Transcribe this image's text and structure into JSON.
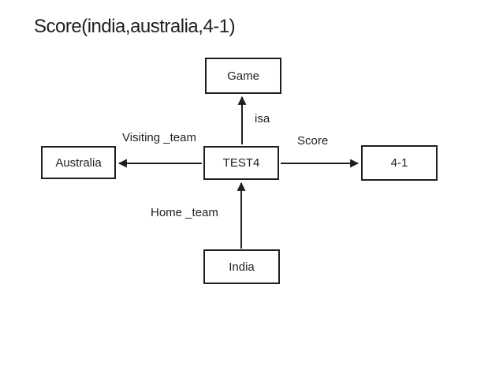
{
  "title": "Score(india,australia,4-1)",
  "colors": {
    "ink": "#1f1f1f",
    "background": "#ffffff"
  },
  "diagram": {
    "nodes": {
      "game": {
        "label": "Game"
      },
      "australia": {
        "label": "Australia"
      },
      "test4": {
        "label": "TEST4"
      },
      "score_value": {
        "label": "4-1"
      },
      "india": {
        "label": "India"
      }
    },
    "edges": {
      "isa": {
        "label": "isa",
        "from": "TEST4",
        "to": "Game"
      },
      "visiting_team": {
        "label": "Visiting _team",
        "from": "TEST4",
        "to": "Australia"
      },
      "score": {
        "label": "Score",
        "from": "TEST4",
        "to": "4-1"
      },
      "home_team": {
        "label": "Home _team",
        "from": "India",
        "to": "TEST4"
      }
    }
  }
}
